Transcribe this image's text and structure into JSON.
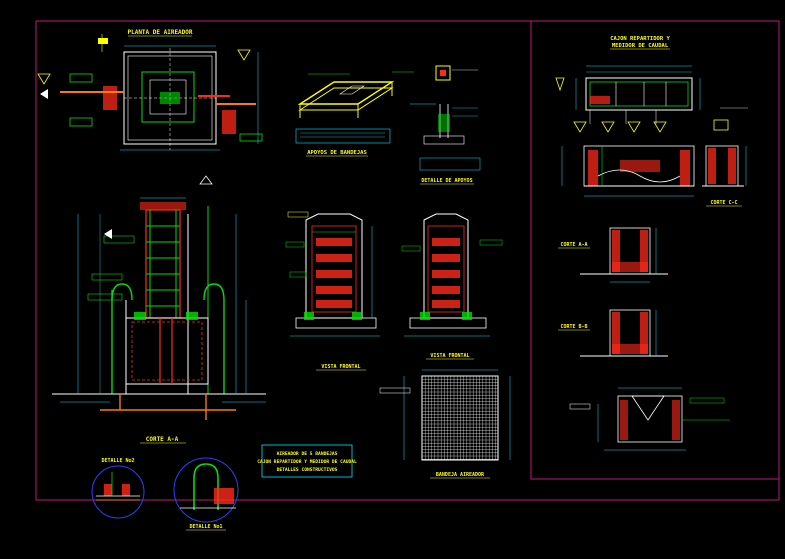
{
  "colors": {
    "background": "#000000",
    "frame": "#c0187a",
    "title": "#ffff00",
    "wall": "#ff2a1a",
    "structure": "#00e000",
    "dim": "#00e5ff",
    "line": "#ffffff",
    "accent": "#ff7a00"
  },
  "titles": {
    "planta": "PLANTA DE AIREADOR",
    "apoyos": "APOYOS DE BANDEJAS",
    "detalle_apoyo": "DETALLE DE APOYOS",
    "corte_aa": "CORTE A-A",
    "vista_frontal_1": "VISTA FRONTAL",
    "vista_frontal_2": "VISTA FRONTAL",
    "bandeja": "BANDEJA AIREADOR",
    "detalle_2": "DETALLE No2",
    "detalle_1": "DETALLE No1",
    "cajon_1": "CAJON REPARTIDOR Y",
    "cajon_2": "MEDIDOR DE CAUDAL",
    "corte_cc": "CORTE C-C",
    "corte_a_a2": "CORTE A-A",
    "corte_b_b": "CORTE B-B"
  },
  "info_box": {
    "line1": "AIREADOR DE 5 BANDEJAS",
    "line2": "CAJON REPARTIDOR Y MEDIDOR DE CAUDAL",
    "line3": "DETALLES CONSTRUCTIVOS"
  }
}
